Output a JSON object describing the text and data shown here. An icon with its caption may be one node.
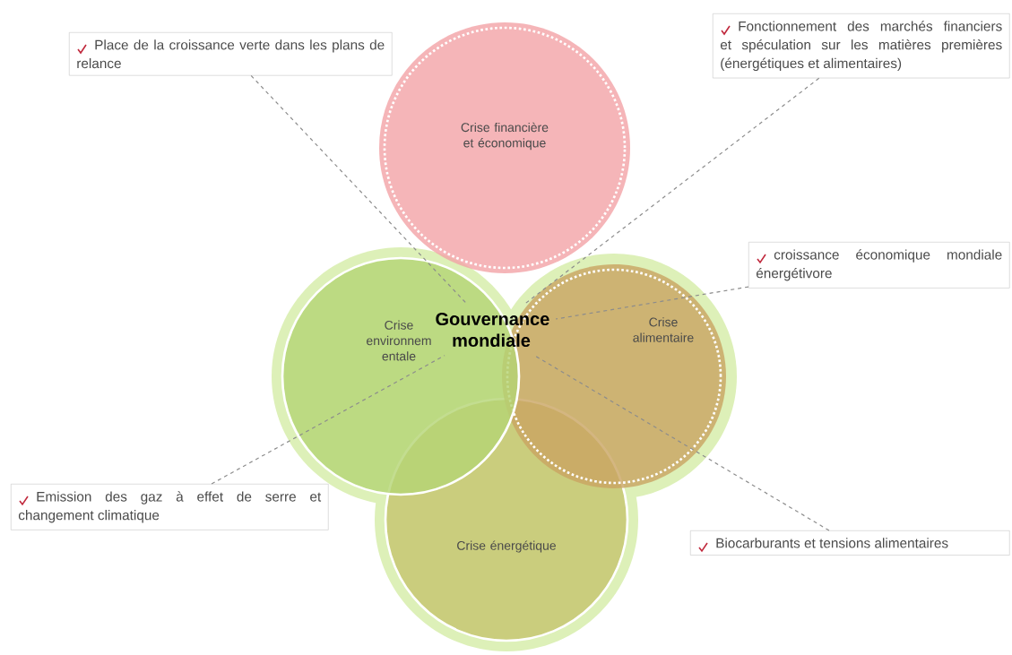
{
  "diagram": {
    "nodes": [
      {
        "text": [
          "Place de la croissance verte dans les plans de relance"
        ]
      },
      {
        "text": [
          "Fonctionnement des marchés financiers et spéculation sur les matières premières (énergétiques et alimentaires)"
        ]
      },
      {
        "text": [
          "Crise financière et économique"
        ]
      },
      {
        "text": [
          "croissance économique mondiale énergétivore"
        ]
      },
      {
        "text": [
          "Crise environnem entale"
        ]
      },
      {
        "text": [
          "Gouvernance mondiale"
        ]
      },
      {
        "text": [
          "Crise alimentaire"
        ]
      },
      {
        "text": [
          "Emission des gaz à effet de serre et changement climatique"
        ]
      },
      {
        "text": [
          "Crise énergétique"
        ]
      },
      {
        "text": [
          "Biocarburants et tensions alimentaires"
        ]
      }
    ],
    "edges": [
      {
        "from": 0,
        "to": 5,
        "arrow": "none",
        "style": "dashed"
      },
      {
        "from": 1,
        "to": 5,
        "arrow": "none",
        "style": "dashed"
      },
      {
        "from": 3,
        "to": 5,
        "arrow": "none",
        "style": "dashed"
      },
      {
        "from": 7,
        "to": 5,
        "arrow": "none",
        "style": "dashed"
      },
      {
        "from": 9,
        "to": 5,
        "arrow": "none",
        "style": "dashed"
      }
    ]
  }
}
